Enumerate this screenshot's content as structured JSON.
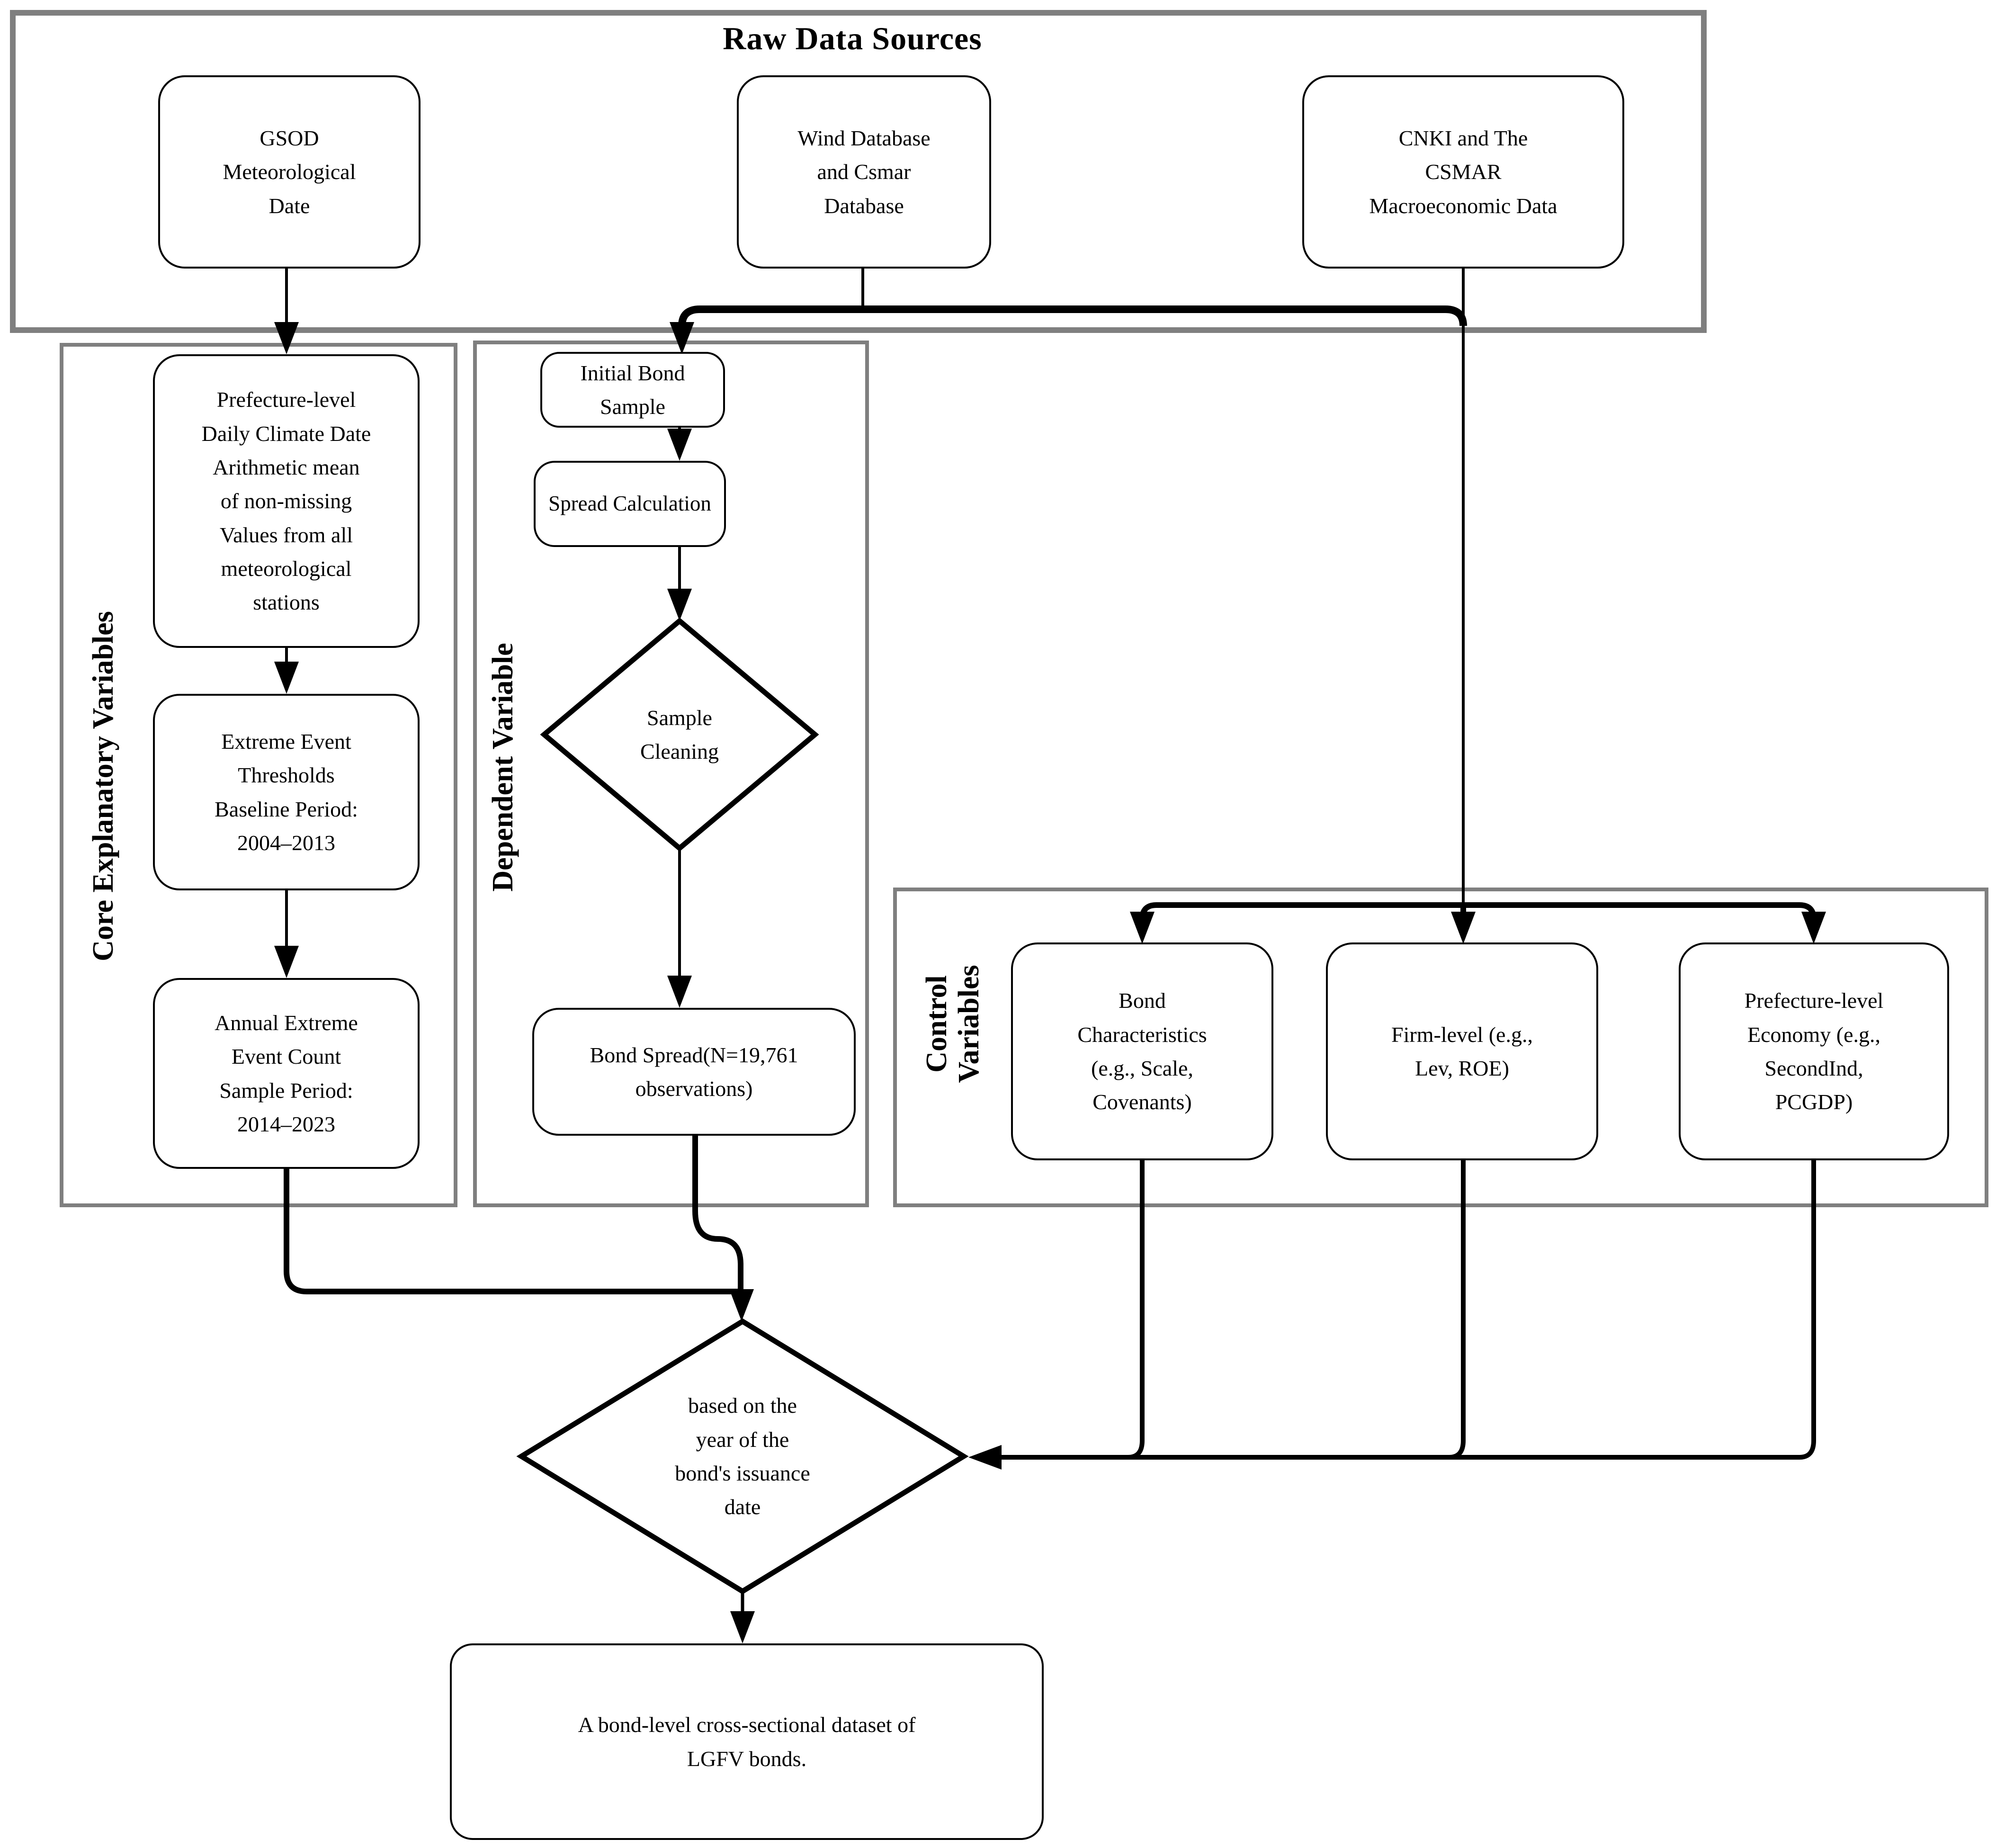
{
  "title": "Raw Data Sources",
  "sections": {
    "core": "Core Explanatory Variables",
    "dependent": "Dependent Variable",
    "control": "Control\nVariables"
  },
  "nodes": {
    "gsod": "GSOD\nMeteorological\nDate",
    "wind": "Wind Database\nand Csmar\nDatabase",
    "cnki": "CNKI and The\nCSMAR\nMacroeconomic Data",
    "prefecture_climate": "Prefecture-level\nDaily Climate Date\nArithmetic mean\nof non-missing\nValues from all\nmeteorological\nstations",
    "thresholds": "Extreme Event\nThresholds\nBaseline Period:\n2004–2013",
    "annual_count": "Annual Extreme\nEvent Count\nSample Period:\n2014–2023",
    "initial_sample": "Initial Bond\nSample",
    "spread_calculation": "Spread Calculation",
    "sample_cleaning": "Sample\nCleaning",
    "bond_spread": "Bond Spread(N=19,761\nobservations)",
    "bond_characteristics": "Bond\nCharacteristics\n(e.g., Scale,\nCovenants)",
    "firm_level": "Firm-level (e.g.,\nLev, ROE)",
    "prefecture_economy": "Prefecture-level\nEconomy (e.g.,\nSecondInd,\nPCGDP)",
    "issuance_merge": "based on the\nyear of the\nbond's issuance\ndate",
    "final_dataset": "A bond-level cross-sectional dataset of\nLGFV bonds."
  },
  "colors": {
    "line": "#000000",
    "container_border": "#7f7f7f",
    "background": "#ffffff"
  }
}
